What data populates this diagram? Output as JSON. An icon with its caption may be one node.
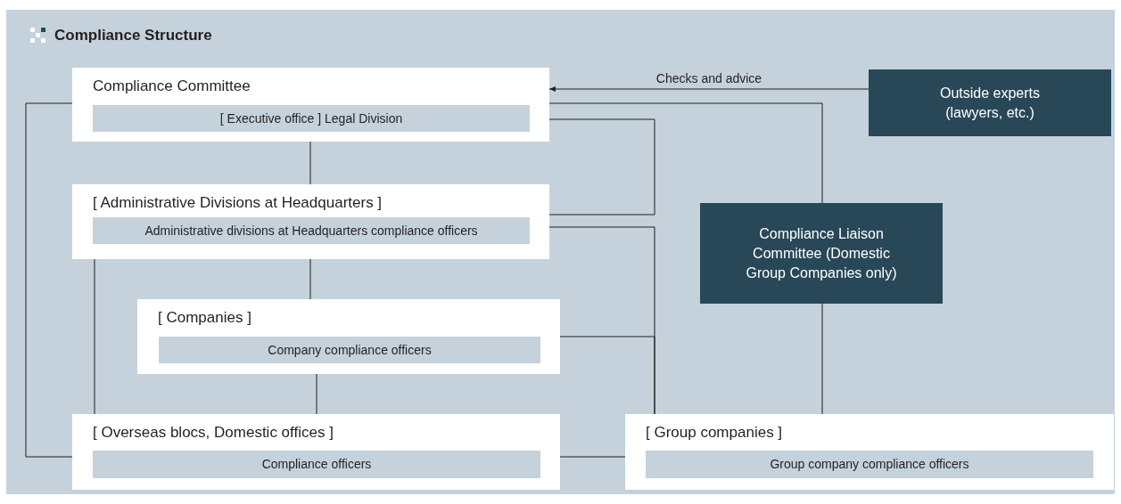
{
  "diagram": {
    "title": "Compliance Structure",
    "nodes": [
      {
        "text": [
          "Compliance Committee"
        ]
      },
      {
        "text": [
          "[ Executive office ] Legal Division"
        ],
        "in": 0
      },
      {
        "text": [
          "[ Administrative Divisions at Headquarters ]"
        ]
      },
      {
        "text": [
          "Administrative divisions at Headquarters compliance officers"
        ],
        "in": 2
      },
      {
        "text": [
          "[ Companies ]"
        ]
      },
      {
        "text": [
          "Company compliance officers"
        ],
        "in": 4
      },
      {
        "text": [
          "[ Overseas blocs, Domestic offices ]"
        ]
      },
      {
        "text": [
          "Compliance officers"
        ],
        "in": 6
      },
      {
        "text": [
          "[ Group companies ]"
        ]
      },
      {
        "text": [
          "Group company compliance officers"
        ],
        "in": 8
      },
      {
        "text": [
          "Outside experts (lawyers, etc.)"
        ]
      },
      {
        "text": [
          "Compliance Liaison Committee (Domestic Group Companies only)"
        ]
      }
    ],
    "edges": [
      {
        "from": 10,
        "to": 0,
        "arrow": "to",
        "label": "Checks and advice"
      },
      {
        "from": 0,
        "to": 2,
        "arrow": "none"
      },
      {
        "from": 2,
        "to": 4,
        "arrow": "none"
      },
      {
        "from": 4,
        "to": 6,
        "arrow": "none"
      },
      {
        "from": 0,
        "to": 11,
        "arrow": "none"
      },
      {
        "from": 0,
        "to": 2,
        "arrow": "none"
      },
      {
        "from": 2,
        "to": 8,
        "arrow": "none"
      },
      {
        "from": 4,
        "to": 8,
        "arrow": "none"
      },
      {
        "from": 11,
        "to": 8,
        "arrow": "none"
      },
      {
        "from": 6,
        "to": 8,
        "arrow": "none"
      },
      {
        "from": 0,
        "to": 6,
        "arrow": "none"
      },
      {
        "from": 2,
        "to": 6,
        "arrow": "none"
      }
    ]
  }
}
